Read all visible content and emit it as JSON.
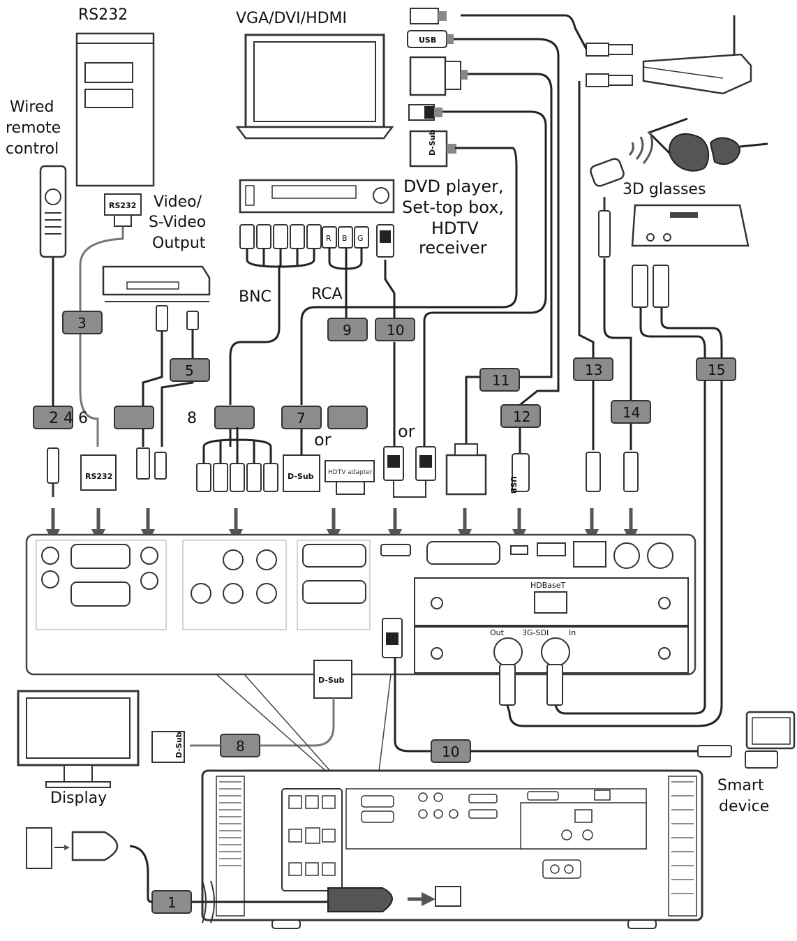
{
  "labels": {
    "rs232_title": "RS232",
    "vga_title": "VGA/DVI/HDMI",
    "wired_1": "Wired",
    "wired_2": "remote",
    "wired_3": "control",
    "video_1": "Video/",
    "video_2": "S-Video",
    "video_3": "Output",
    "dvd_1": "DVD player,",
    "dvd_2": "Set-top box,",
    "dvd_3": "HDTV",
    "dvd_4": "receiver",
    "glasses": "3D glasses",
    "bnc": "BNC",
    "rca": "RCA",
    "or_1": "or",
    "or_2": "or",
    "display": "Display",
    "smart_1": "Smart",
    "smart_2": "device",
    "loose_8": "8",
    "loose_246": "2 4 6"
  },
  "connector_text": {
    "rs232_top": "RS232",
    "rs232_bottom": "RS232",
    "usb_top": "USB",
    "usb_bottom": "USB",
    "dsub_top": "D-Sub",
    "dsub_mid": "D-Sub",
    "dsub_out": "D-Sub",
    "dsub_display": "D-Sub",
    "hdtv_adapter": "HDTV adapter",
    "rca_r": "R",
    "rca_b": "B",
    "rca_g": "G",
    "hdbaset": "HDBaseT",
    "sdi": "3G-SDI",
    "sdi_out": "Out",
    "sdi_in": "In"
  },
  "badges": [
    "1",
    "3",
    "5",
    "7",
    "8",
    "9",
    "10",
    "10",
    "11",
    "12",
    "13",
    "14",
    "15"
  ],
  "colors": {
    "badge_fill": "#8c8c8c",
    "line": "#222222",
    "panel_stroke": "#444444",
    "arrow": "#555555"
  }
}
